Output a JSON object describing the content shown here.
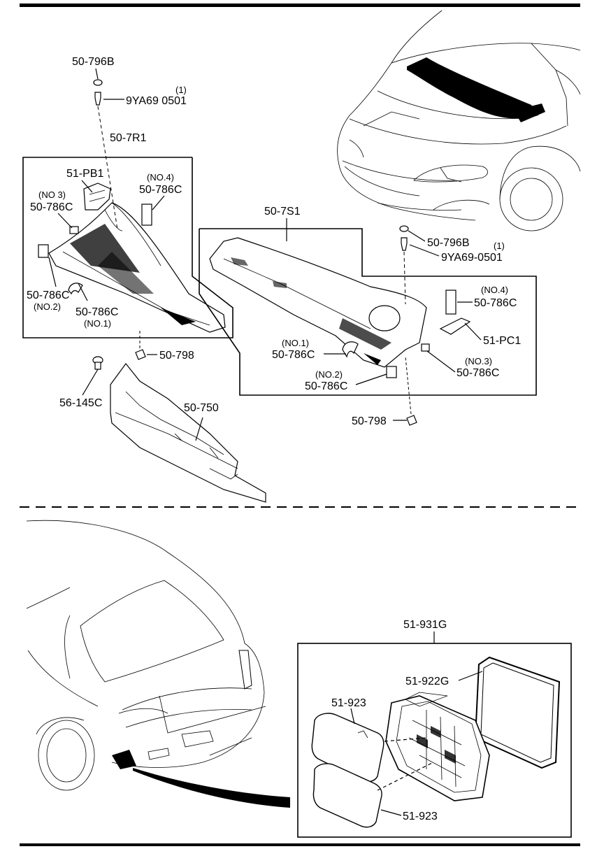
{
  "callouts": {
    "clip_796b_a": "50-796B",
    "screw_qty_a": "(1)",
    "screw_a": "9YA69 0501",
    "cowl_left_assy": "50-7R1",
    "pb1": "51-PB1",
    "no4_a": "(NO.4)",
    "seal_a_no4": "50-786C",
    "no3_a": "(NO 3)",
    "seal_a_no3": "50-786C",
    "seal_a_no2": "50-786C",
    "no2_a": "(NO.2)",
    "seal_a_no1": "50-786C",
    "no1_a": "(NO.1)",
    "nut_798_a": "50-798",
    "clip_56145c": "56-145C",
    "cowl_panel": "50-750",
    "cowl_right_assy": "50-7S1",
    "clip_796b_b": "50-796B",
    "screw_qty_b": "(1)",
    "screw_b": "9YA69-0501",
    "no4_b": "(NO.4)",
    "seal_b_no4": "50-786C",
    "pc1": "51-PC1",
    "no1_b": "(NO.1)",
    "seal_b_no1": "50-786C",
    "no3_b": "(NO.3)",
    "seal_b_no3": "50-786C",
    "no2_b": "(NO.2)",
    "seal_b_no2": "50-786C",
    "nut_798_b": "50-798",
    "vent_assy": "51-931G",
    "vent_gasket": "51-922G",
    "flap_upper": "51-923",
    "flap_lower": "51-923"
  },
  "colors": {
    "ink": "#000000",
    "paper": "#ffffff"
  }
}
